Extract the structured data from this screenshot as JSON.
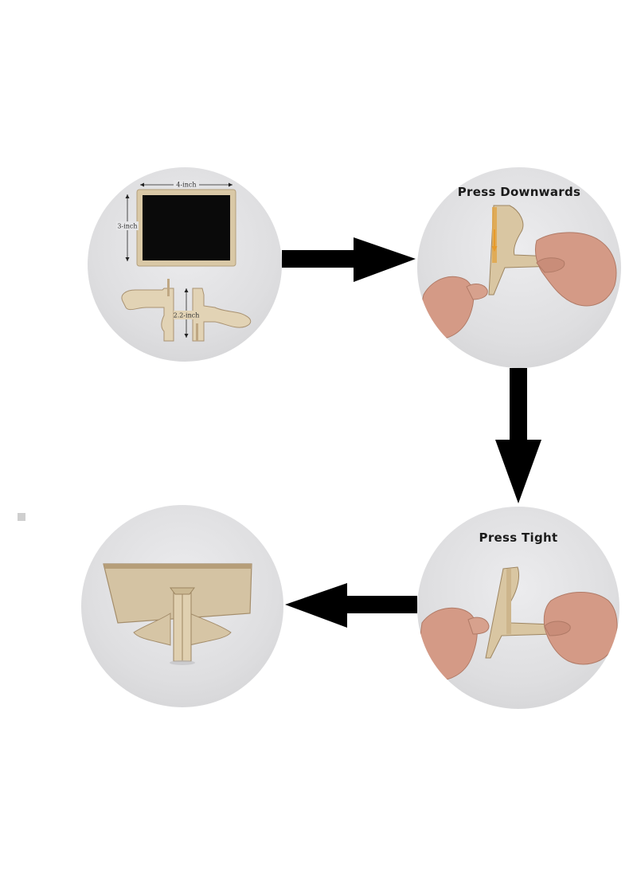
{
  "steps": [
    {
      "id": "parts",
      "labels": {
        "width": "4-inch",
        "height": "3-inch",
        "stand": "2.2-inch"
      }
    },
    {
      "id": "press-downwards",
      "caption": "Press Downwards"
    },
    {
      "id": "press-tight",
      "caption": "Press Tight"
    },
    {
      "id": "assembled"
    }
  ],
  "colors": {
    "arrow": "#000000",
    "circle_bg": "#dedee0",
    "wood": "#d8c7a7",
    "board": "#0b0b0b",
    "skin": "#d49a86"
  }
}
